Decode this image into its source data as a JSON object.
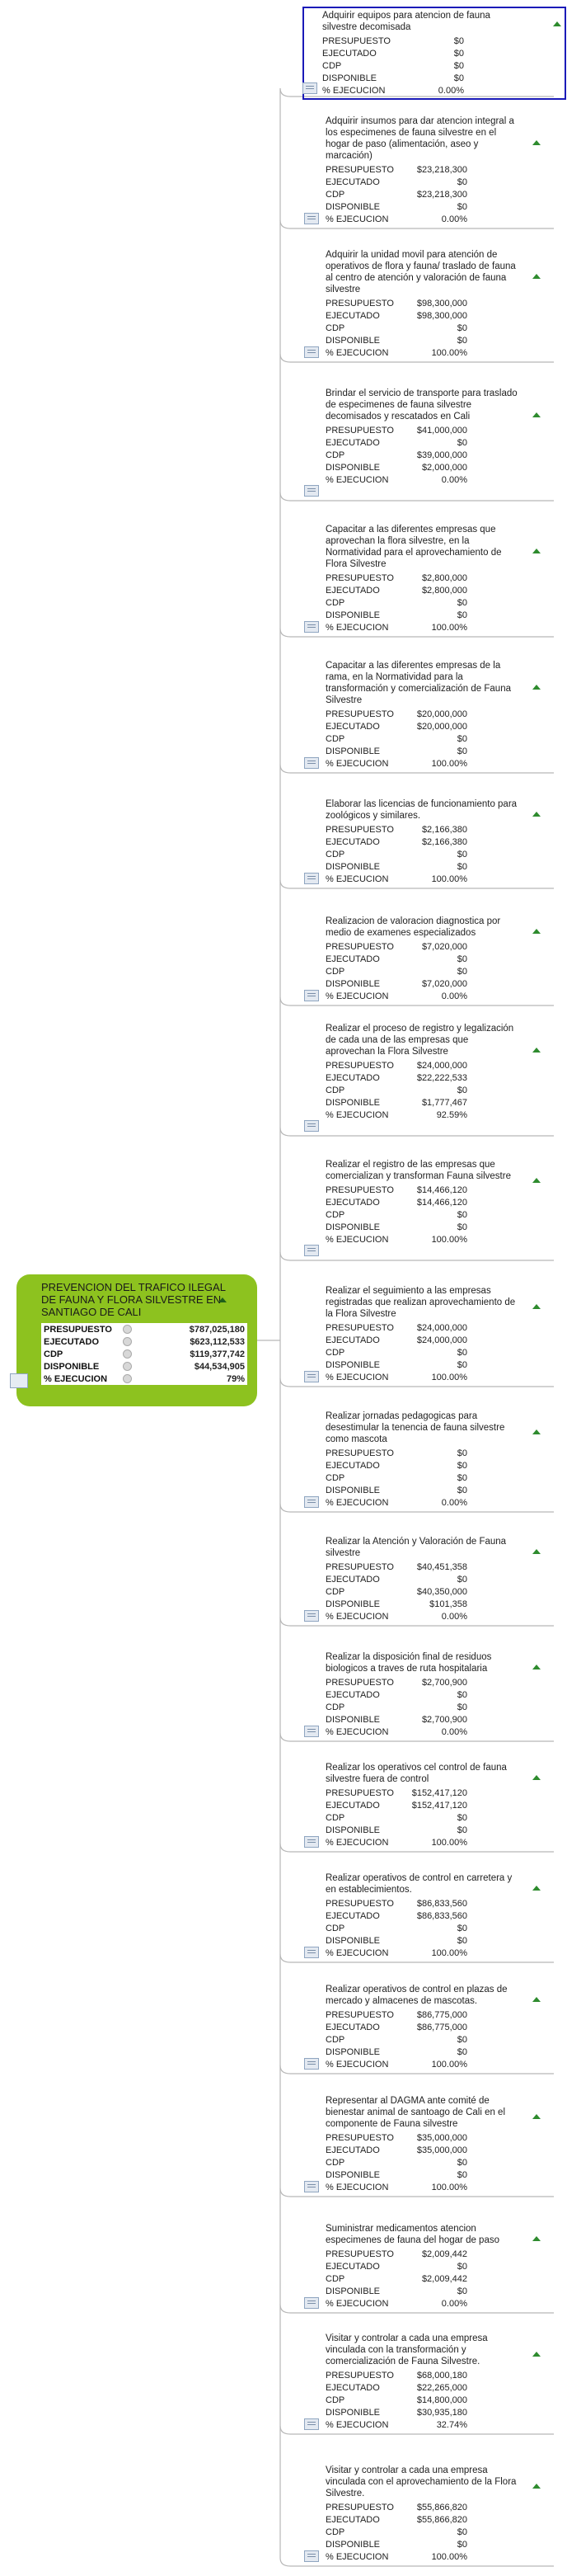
{
  "root": {
    "title": "PREVENCION DEL TRAFICO ILEGAL DE FAUNA Y FLORA SILVESTRE EN SANTIAGO DE CALI",
    "rows": [
      {
        "label": "PRESUPUESTO",
        "value": "$787,025,180"
      },
      {
        "label": "EJECUTADO",
        "value": "$623,112,533"
      },
      {
        "label": "CDP",
        "value": "$119,377,742"
      },
      {
        "label": "DISPONIBLE",
        "value": "$44,534,905"
      },
      {
        "label": "% EJECUCION",
        "value": "79%"
      }
    ]
  },
  "labels": {
    "presupuesto": "PRESUPUESTO",
    "ejecutado": "EJECUTADO",
    "cdp": "CDP",
    "disponible": "DISPONIBLE",
    "ejecucion": "% EJECUCION"
  },
  "nodes": [
    {
      "title": "Adquirir equipos para atencion de fauna silvestre decomisada",
      "presupuesto": "$0",
      "ejecutado": "$0",
      "cdp": "$0",
      "disponible": "$0",
      "ejecucion": "0.00%"
    },
    {
      "title": "Adquirir insumos para dar atencion integral a los especimenes de fauna silvestre en el hogar de paso (alimentación, aseo y marcación)",
      "presupuesto": "$23,218,300",
      "ejecutado": "$0",
      "cdp": "$23,218,300",
      "disponible": "$0",
      "ejecucion": "0.00%"
    },
    {
      "title": "Adquirir la unidad movil para atención de operativos de flora y fauna/ traslado de fauna al centro de atención y valoración de fauna silvestre",
      "presupuesto": "$98,300,000",
      "ejecutado": "$98,300,000",
      "cdp": "$0",
      "disponible": "$0",
      "ejecucion": "100.00%"
    },
    {
      "title": "Brindar el servicio de transporte para traslado de especimenes de fauna silvestre decomisados y rescatados en Cali",
      "presupuesto": "$41,000,000",
      "ejecutado": "$0",
      "cdp": "$39,000,000",
      "disponible": "$2,000,000",
      "ejecucion": "0.00%"
    },
    {
      "title": "Capacitar a las diferentes empresas que aprovechan la flora silvestre, en la Normatividad para el aprovechamiento de Flora Silvestre",
      "presupuesto": "$2,800,000",
      "ejecutado": "$2,800,000",
      "cdp": "$0",
      "disponible": "$0",
      "ejecucion": "100.00%"
    },
    {
      "title": "Capacitar a las diferentes empresas de la rama, en la Normatividad para la transformación y comercialización de Fauna Silvestre",
      "presupuesto": "$20,000,000",
      "ejecutado": "$20,000,000",
      "cdp": "$0",
      "disponible": "$0",
      "ejecucion": "100.00%"
    },
    {
      "title": "Elaborar las licencias de funcionamiento para zoológicos y similares.",
      "presupuesto": "$2,166,380",
      "ejecutado": "$2,166,380",
      "cdp": "$0",
      "disponible": "$0",
      "ejecucion": "100.00%"
    },
    {
      "title": "Realizacion de valoracion diagnostica por medio de examenes especializados",
      "presupuesto": "$7,020,000",
      "ejecutado": "$0",
      "cdp": "$0",
      "disponible": "$7,020,000",
      "ejecucion": "0.00%"
    },
    {
      "title": "Realizar el proceso de registro y legalización de cada una de las empresas que aprovechan la Flora Silvestre",
      "presupuesto": "$24,000,000",
      "ejecutado": "$22,222,533",
      "cdp": "$0",
      "disponible": "$1,777,467",
      "ejecucion": "92.59%"
    },
    {
      "title": "Realizar el registro de las empresas que comercializan y transforman Fauna silvestre",
      "presupuesto": "$14,466,120",
      "ejecutado": "$14,466,120",
      "cdp": "$0",
      "disponible": "$0",
      "ejecucion": "100.00%"
    },
    {
      "title": "Realizar el seguimiento a las empresas registradas que realizan aprovechamiento de la Flora Silvestre",
      "presupuesto": "$24,000,000",
      "ejecutado": "$24,000,000",
      "cdp": "$0",
      "disponible": "$0",
      "ejecucion": "100.00%"
    },
    {
      "title": "Realizar jornadas pedagogicas para desestimular la tenencia de fauna silvestre como mascota",
      "presupuesto": "$0",
      "ejecutado": "$0",
      "cdp": "$0",
      "disponible": "$0",
      "ejecucion": "0.00%"
    },
    {
      "title": "Realizar la Atención y Valoración de Fauna silvestre",
      "presupuesto": "$40,451,358",
      "ejecutado": "$0",
      "cdp": "$40,350,000",
      "disponible": "$101,358",
      "ejecucion": "0.00%"
    },
    {
      "title": "Realizar la disposición final de residuos biologicos a traves de ruta hospitalaria",
      "presupuesto": "$2,700,900",
      "ejecutado": "$0",
      "cdp": "$0",
      "disponible": "$2,700,900",
      "ejecucion": "0.00%"
    },
    {
      "title": "Realizar los operativos cel control de fauna silvestre fuera de control",
      "presupuesto": "$152,417,120",
      "ejecutado": "$152,417,120",
      "cdp": "$0",
      "disponible": "$0",
      "ejecucion": "100.00%"
    },
    {
      "title": "Realizar operativos de control en carretera y en establecimientos.",
      "presupuesto": "$86,833,560",
      "ejecutado": "$86,833,560",
      "cdp": "$0",
      "disponible": "$0",
      "ejecucion": "100.00%"
    },
    {
      "title": "Realizar operativos de control en plazas de mercado y almacenes de mascotas.",
      "presupuesto": "$86,775,000",
      "ejecutado": "$86,775,000",
      "cdp": "$0",
      "disponible": "$0",
      "ejecucion": "100.00%"
    },
    {
      "title": "Representar al DAGMA ante comité de bienestar animal de santoago de Cali en el componente de Fauna silvestre",
      "presupuesto": "$35,000,000",
      "ejecutado": "$35,000,000",
      "cdp": "$0",
      "disponible": "$0",
      "ejecucion": "100.00%"
    },
    {
      "title": "Suministrar medicamentos atencion especimenes de fauna del hogar de paso",
      "presupuesto": "$2,009,442",
      "ejecutado": "$0",
      "cdp": "$2,009,442",
      "disponible": "$0",
      "ejecucion": "0.00%"
    },
    {
      "title": "Visitar y controlar a cada una empresa vinculada con la transformación y comercialización de Fauna Silvestre.",
      "presupuesto": "$68,000,180",
      "ejecutado": "$22,265,000",
      "cdp": "$14,800,000",
      "disponible": "$30,935,180",
      "ejecucion": "32.74%"
    },
    {
      "title": "Visitar y controlar a cada una empresa vinculada con el aprovechamiento de la Flora Silvestre.",
      "presupuesto": "$55,866,820",
      "ejecutado": "$55,866,820",
      "cdp": "$0",
      "disponible": "$0",
      "ejecucion": "100.00%"
    }
  ]
}
